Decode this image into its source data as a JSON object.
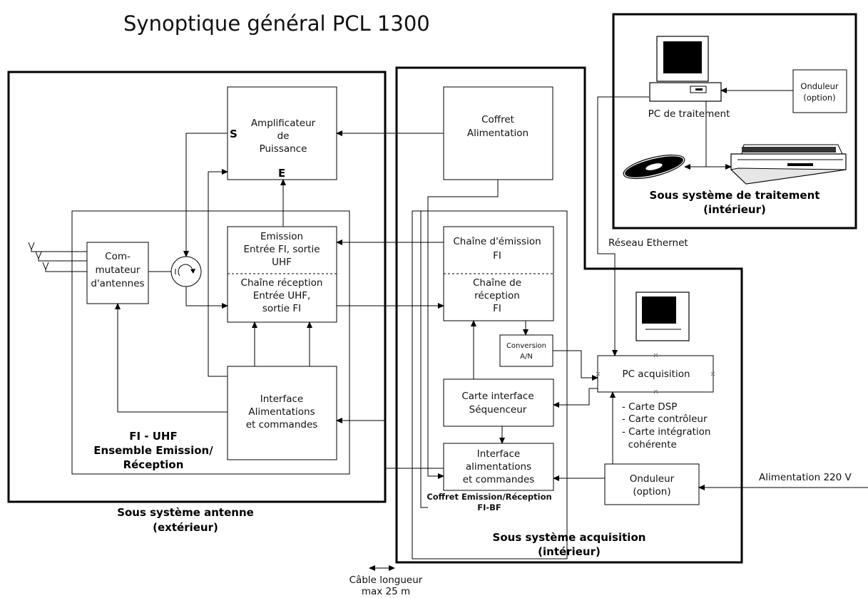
{
  "title": "Synoptique général PCL 1300",
  "antenna_subsystem": {
    "label_line1": "Sous système antenne",
    "label_line2": "(extérieur)",
    "amplifier": {
      "line1": "Amplificateur",
      "line2": "de",
      "line3": "Puissance",
      "output_port": "S",
      "input_port": "E"
    },
    "antenna_switch": {
      "line1": "Com-",
      "line2": "mutateur",
      "line3": "d'antennes"
    },
    "emission_block": {
      "line1": "Emission",
      "line2": "Entrée FI, sortie",
      "line3": "UHF"
    },
    "reception_block": {
      "line1": "Chaîne réception",
      "line2": "Entrée UHF,",
      "line3": "sortie FI"
    },
    "power_interface": {
      "line1": "Interface",
      "line2": "Alimentations",
      "line3": "et commandes"
    },
    "fi_uhf_group": {
      "line1": "FI - UHF",
      "line2": "Ensemble Emission/",
      "line3": "Réception"
    }
  },
  "acquisition_subsystem": {
    "label_line1": "Sous système acquisition",
    "label_line2": "(intérieur)",
    "power_supply": {
      "line1": "Coffret",
      "line2": "Alimentation"
    },
    "emission_chain": {
      "line1": "Chaîne d'émission",
      "line2": "FI"
    },
    "reception_chain": {
      "line1": "Chaîne de",
      "line2": "réception",
      "line3": "FI"
    },
    "ad_conversion": {
      "line1": "Conversion",
      "line2": "A/N"
    },
    "sequencer_card": {
      "line1": "Carte interface",
      "line2": "Séquenceur"
    },
    "power_interface": {
      "line1": "Interface",
      "line2": "alimentations",
      "line3": "et commandes"
    },
    "enclosure_group": {
      "line1": "Coffret Emission/Réception",
      "line2": "FI-BF"
    },
    "pc_acquisition": "PC acquisition",
    "cards": [
      "- Carte DSP",
      "- Carte contrôleur",
      "- Carte intégration",
      "  cohérente"
    ],
    "ups": {
      "line1": "Onduleur",
      "line2": "(option)"
    },
    "ethernet": "Réseau Ethernet",
    "mains": "Alimentation 220 V"
  },
  "processing_subsystem": {
    "label_line1": "Sous système de traitement",
    "label_line2": "(intérieur)",
    "pc_processing": "PC de traitement",
    "ups": {
      "line1": "Onduleur",
      "line2": "(option)"
    }
  },
  "cable": {
    "line1": "Câble longueur",
    "line2": "max 25 m"
  }
}
